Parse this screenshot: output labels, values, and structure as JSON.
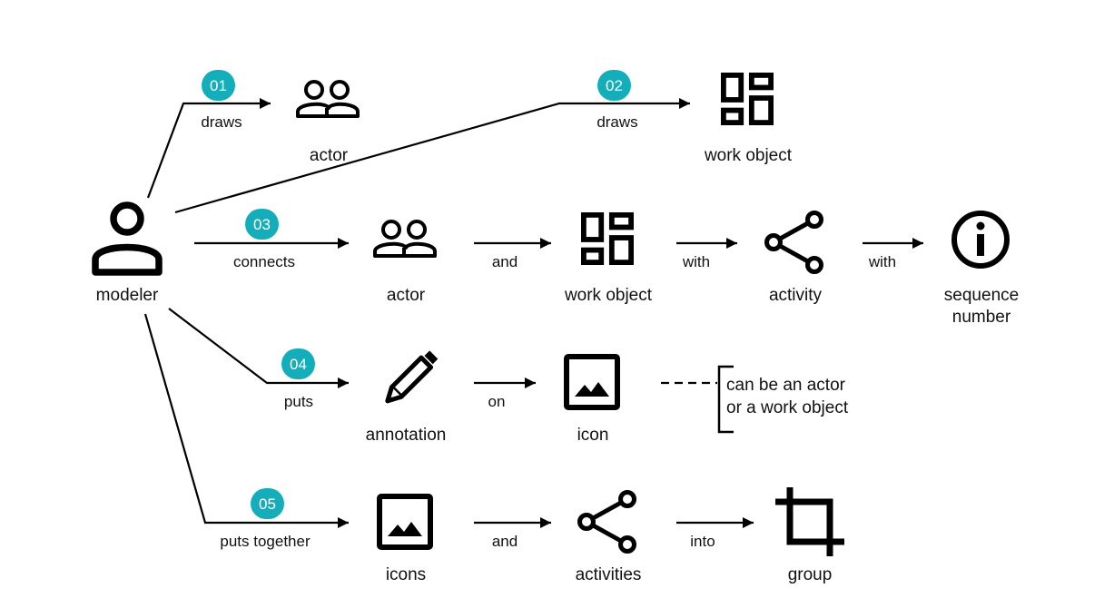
{
  "colors": {
    "badge": "#14aebb",
    "ink": "#000000"
  },
  "modeler": {
    "label": "modeler",
    "icon": "person-icon"
  },
  "steps": [
    {
      "badge": "01",
      "verb": "draws",
      "nodes": [
        {
          "label": "actor",
          "icon": "people-icon"
        }
      ],
      "connectors": []
    },
    {
      "badge": "02",
      "verb": "draws",
      "nodes": [
        {
          "label": "work object",
          "icon": "dashboard-icon"
        }
      ],
      "connectors": []
    },
    {
      "badge": "03",
      "verb": "connects",
      "nodes": [
        {
          "label": "actor",
          "icon": "people-icon"
        },
        {
          "label": "work object",
          "icon": "dashboard-icon"
        },
        {
          "label": "activity",
          "icon": "share-icon"
        },
        {
          "label": "sequence number",
          "line1": "sequence",
          "line2": "number",
          "icon": "info-icon"
        }
      ],
      "connectors": [
        "and",
        "with",
        "with"
      ]
    },
    {
      "badge": "04",
      "verb": "puts",
      "nodes": [
        {
          "label": "annotation",
          "icon": "pencil-icon"
        },
        {
          "label": "icon",
          "icon": "image-icon"
        }
      ],
      "connectors": [
        "on"
      ],
      "note": {
        "line1": "can be an actor",
        "line2": "or a work object"
      }
    },
    {
      "badge": "05",
      "verb": "puts together",
      "nodes": [
        {
          "label": "icons",
          "icon": "image-icon"
        },
        {
          "label": "activities",
          "icon": "share-icon"
        },
        {
          "label": "group",
          "icon": "crop-icon"
        }
      ],
      "connectors": [
        "and",
        "into"
      ]
    }
  ]
}
